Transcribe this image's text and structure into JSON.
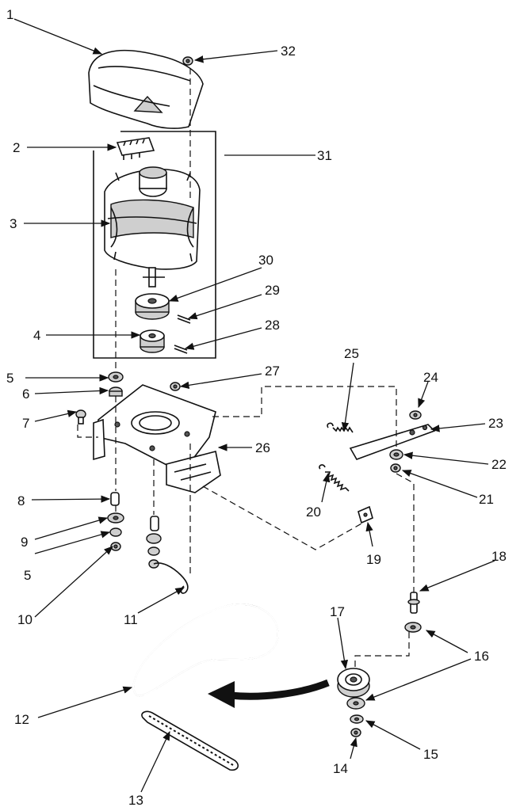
{
  "callouts": {
    "c1": "1",
    "c2": "2",
    "c3": "3",
    "c4": "4",
    "c5a": "5",
    "c5b": "5",
    "c6": "6",
    "c7": "7",
    "c8": "8",
    "c9": "9",
    "c10": "10",
    "c11": "11",
    "c12": "12",
    "c13": "13",
    "c14": "14",
    "c15": "15",
    "c16": "16",
    "c17": "17",
    "c18": "18",
    "c19": "19",
    "c20": "20",
    "c21": "21",
    "c22": "22",
    "c23": "23",
    "c24": "24",
    "c25": "25",
    "c26": "26",
    "c27": "27",
    "c28": "28",
    "c29": "29",
    "c30": "30",
    "c31": "31",
    "c32": "32"
  }
}
